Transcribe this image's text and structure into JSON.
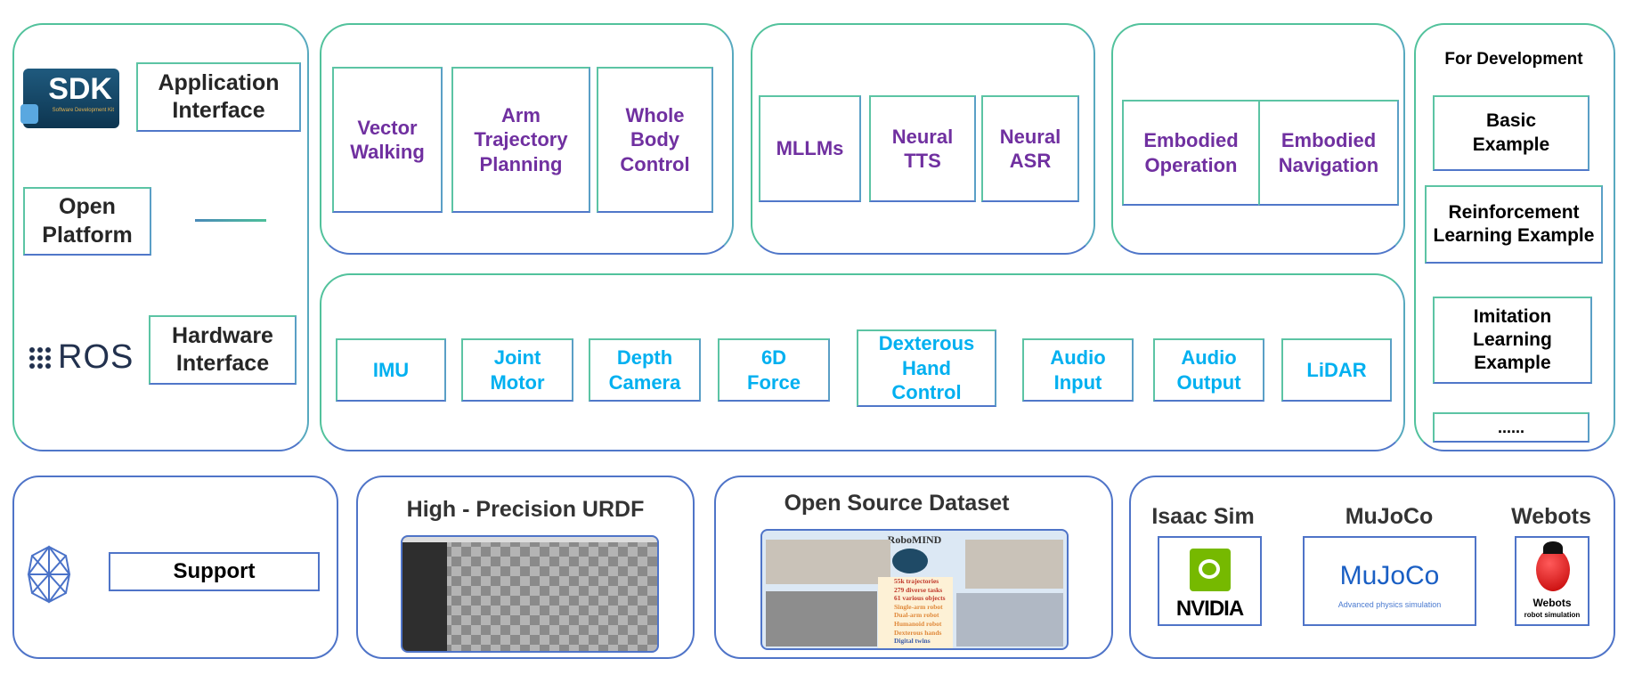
{
  "open_platform": {
    "sdk_logo": {
      "text": "SDK",
      "subtext": "Software Development Kit"
    },
    "application_interface": "Application Interface",
    "label": "Open Platform",
    "ros_logo": {
      "text": "ROS"
    },
    "hardware_interface": "Hardware Interface"
  },
  "motion_control": {
    "items": [
      "Vector Walking",
      "Arm Trajectory Planning",
      "Whole Body Control"
    ]
  },
  "ai_models": {
    "items": [
      "MLLMs",
      "Neural TTS",
      "Neural ASR"
    ]
  },
  "embodied": {
    "items": [
      "Embodied Operation",
      "Embodied Navigation"
    ]
  },
  "for_development": {
    "title": "For Development",
    "items": [
      "Basic Example",
      "Reinforcement Learning Example",
      "Imitation Learning Example",
      "......"
    ]
  },
  "hardware": {
    "items": [
      "IMU",
      "Joint Motor",
      "Depth Camera",
      "6D Force",
      "Dexterous Hand Control",
      "Audio Input",
      "Audio Output",
      "LiDAR"
    ]
  },
  "support": {
    "label": "Support",
    "icon": "network-globe-icon"
  },
  "urdf": {
    "title": "High - Precision URDF"
  },
  "dataset": {
    "title": "Open Source Dataset",
    "image": {
      "name": "RoboMIND",
      "stats": [
        "55k trajectories",
        "279 diverse tasks",
        "61 various objects",
        "Single-arm robot",
        "Dual-arm robot",
        "Humanoid robot",
        "Dexterous hands",
        "Digital twins"
      ]
    }
  },
  "simulators": [
    {
      "title": "Isaac Sim",
      "logo": "NVIDIA"
    },
    {
      "title": "MuJoCo",
      "logo": "MuJoCo",
      "logo_sub": "Advanced physics simulation"
    },
    {
      "title": "Webots",
      "logo": "Webots",
      "logo_sub": "robot simulation"
    }
  ],
  "colors": {
    "purple": "#7030a0",
    "cyan": "#00b0f0",
    "border_teal": "#52c29c",
    "border_blue": "#4f74c8"
  }
}
